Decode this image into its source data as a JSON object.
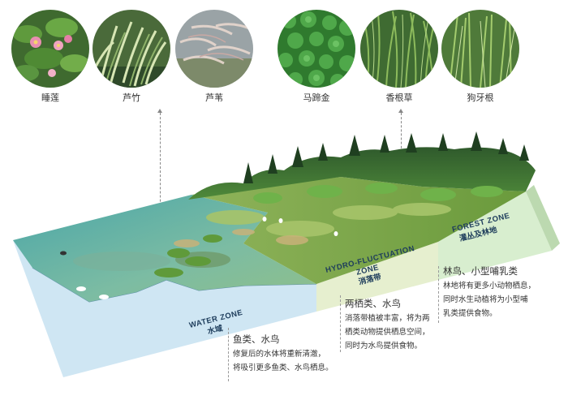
{
  "plants": [
    {
      "name": "睡莲",
      "icon": "water-lily"
    },
    {
      "name": "芦竹",
      "icon": "giant-reed"
    },
    {
      "name": "芦苇",
      "icon": "common-reed"
    },
    {
      "name": "马蹄金",
      "icon": "dichondra"
    },
    {
      "name": "香根草",
      "icon": "vetiver"
    },
    {
      "name": "狗牙根",
      "icon": "bermuda-grass"
    }
  ],
  "zones": {
    "water": {
      "en": "WATER ZONE",
      "cn": "水域"
    },
    "hydro": {
      "en1": "HYDRO-FLUCTUATION",
      "en2": "ZONE",
      "cn": "消落带"
    },
    "forest": {
      "en": "FOREST ZONE",
      "cn": "灌丛及林地"
    }
  },
  "descriptions": {
    "water": {
      "title": "鱼类、水鸟",
      "lines": [
        "修复后的水体将重新清澈，",
        "将吸引更多鱼类、水鸟栖息。"
      ]
    },
    "hydro": {
      "title": "两栖类、水鸟",
      "lines": [
        "消落带植被丰富，将为两",
        "栖类动物提供栖息空间，",
        "同时为水鸟提供食物。"
      ]
    },
    "forest": {
      "title": "林鸟、小型哺乳类",
      "lines": [
        "林地将有更多小动物栖息，",
        "同时水生动植将为小型哺",
        "乳类提供食物。"
      ]
    }
  },
  "colors": {
    "water_side": "#cfe6f3",
    "hydro_side": "#e6efcf",
    "forest_side": "#d8eecf",
    "zone_text": "#1e3d5c"
  }
}
